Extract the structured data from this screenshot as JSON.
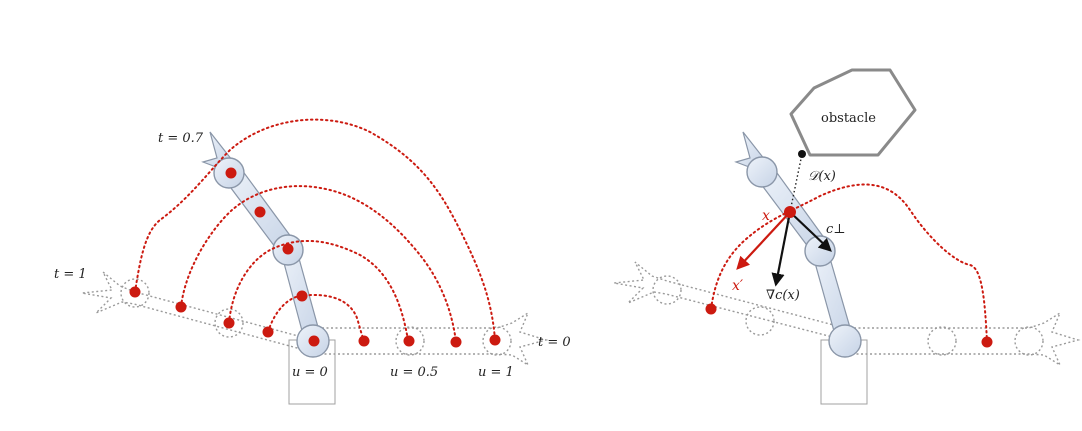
{
  "left_panel": {
    "labels": {
      "t_top": "t = 0.7",
      "t_left": "t = 1",
      "t_right": "t = 0",
      "u0": "u = 0",
      "u_half": "u = 0.5",
      "u1": "u = 1"
    }
  },
  "right_panel": {
    "obstacle_label": "obstacle",
    "labels": {
      "distance": "𝒟(x)",
      "x": "x",
      "x_prime": "x′",
      "grad": "∇c(x)",
      "c_perp": "c⊥"
    }
  },
  "colors": {
    "trajectory": "#cc1a10",
    "arm_fill": "#dbe5f3",
    "arm_stroke": "#8a96a8",
    "obstacle_stroke": "#8a8a8a",
    "ghost_stroke": "#9a9a9a",
    "arrow": "#111111"
  }
}
